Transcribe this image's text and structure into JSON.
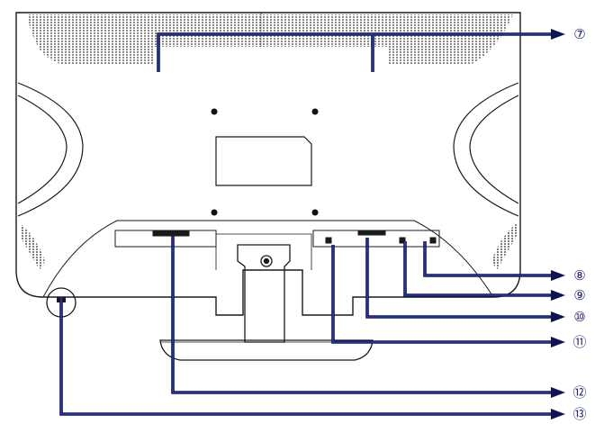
{
  "callouts": [
    {
      "id": "7",
      "label": "⑦"
    },
    {
      "id": "8",
      "label": "⑧"
    },
    {
      "id": "9",
      "label": "⑨"
    },
    {
      "id": "10",
      "label": "⑩"
    },
    {
      "id": "11",
      "label": "⑪"
    },
    {
      "id": "12",
      "label": "⑫"
    },
    {
      "id": "13",
      "label": "⑬"
    }
  ],
  "colors": {
    "outline": "#1a1a1a",
    "leader_fill": "#2a3a9a",
    "leader_stroke": "#0e1450",
    "label": "#1a1f7a"
  }
}
